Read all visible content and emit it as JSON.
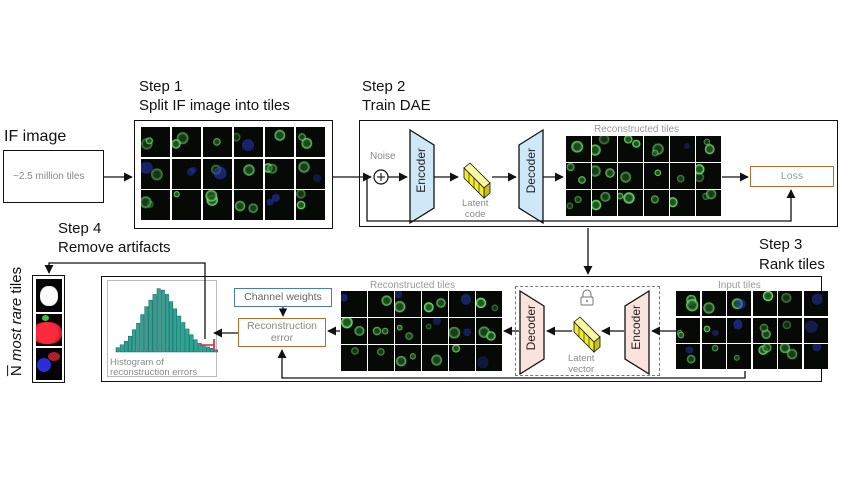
{
  "title_if_image": "IF image",
  "million_tiles": "~2.5 million tiles",
  "step1": {
    "label": "Step 1",
    "desc": "Split IF image into tiles"
  },
  "step2": {
    "label": "Step 2",
    "desc": "Train DAE",
    "noise": "Noise",
    "encoder": "Encoder",
    "decoder": "Decoder",
    "latent": "Latent\ncode",
    "reconstructed": "Reconstructed tiles",
    "loss": "Loss"
  },
  "step3": {
    "label": "Step 3",
    "desc": "Rank tiles",
    "input_tiles": "Input tiles",
    "encoder": "Encoder",
    "decoder": "Decoder",
    "latent": "Latent\nvector",
    "reconstructed": "Reconstructed tiles",
    "channel_weights": "Channel weights",
    "recon_error": "Reconstruction\nerror",
    "histogram_caption": "Histogram of\nreconstruction errors"
  },
  "step4": {
    "label": "Step 4",
    "desc": "Remove artifacts"
  },
  "rare_tiles": {
    "prefix": "N",
    "italic": "most rare",
    "suffix": " tiles"
  },
  "colors": {
    "encoder_fill": "#cfe8f8",
    "encoder_frozen_fill": "#f9e3dc",
    "latent_fill": "#f3ec2a",
    "loss_border": "#b86b2d",
    "weights_border": "#4a78c4",
    "histogram_bar": "#2ea394",
    "threshold": "#e0304a"
  },
  "histogram": {
    "heights": [
      6,
      10,
      15,
      22,
      31,
      40,
      52,
      63,
      72,
      80,
      88,
      86,
      80,
      70,
      60,
      50,
      41,
      32,
      24,
      17,
      12,
      9,
      7,
      5,
      3
    ]
  },
  "icons": {
    "plus": "plus-circle-icon",
    "lock": "lock-icon"
  }
}
